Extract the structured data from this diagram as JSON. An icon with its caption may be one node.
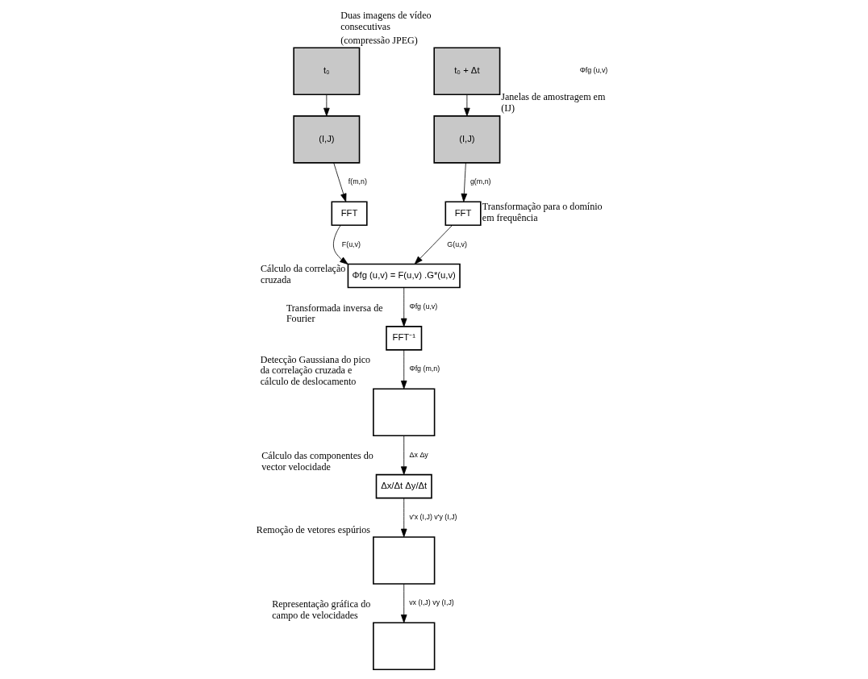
{
  "diagram": {
    "nodes": [
      {
        "text": [
          "t₀"
        ]
      },
      {
        "text": [
          "t₀ + Δt"
        ],
        "beside": [
          "Duas imagens de vídeo consecutivas",
          "(compressão JPEG)"
        ]
      },
      {
        "text": [
          "(I,J)"
        ]
      },
      {
        "text": [
          "(I,J)"
        ],
        "beside": [
          "Janelas de amostragem em (IJ)"
        ]
      },
      {
        "text": [
          "FFT"
        ]
      },
      {
        "text": [
          "FFT"
        ],
        "beside": [
          "Transformação para o domínio em frequência"
        ]
      },
      {
        "text": [
          "Φfg (u,v) = F(u,v) .G*(u,v)"
        ],
        "beside": [
          "Cálculo da correlação cruzada"
        ]
      },
      {
        "text": [
          "FFT⁻¹"
        ],
        "beside": [
          "Transformada inversa de Fourier"
        ]
      },
      {
        "text": [],
        "shape": "box",
        "beside": [
          "Detecção Gaussiana do pico da correlação cruzada e cálculo de deslocamento"
        ]
      },
      {
        "text": [
          "Δx/Δt Δy/Δt"
        ],
        "beside": [
          "Cálculo das componentes do vector velocidade"
        ]
      },
      {
        "text": [],
        "shape": "box",
        "beside": [
          "Remoção de vetores espúrios"
        ]
      },
      {
        "text": [],
        "shape": "box",
        "beside": [
          "Representação gráfica do campo de velocidades"
        ]
      }
    ],
    "edges": [
      {
        "from": 0,
        "to": 2,
        "arrow": "to"
      },
      {
        "from": 1,
        "to": 3,
        "arrow": "to"
      },
      {
        "from": 2,
        "to": 4,
        "arrow": "to",
        "label": "f(m,n)"
      },
      {
        "from": 3,
        "to": 5,
        "arrow": "to",
        "label": "g(m,n)"
      },
      {
        "from": 4,
        "to": 6,
        "arrow": "to",
        "label": "F(u,v)"
      },
      {
        "from": 5,
        "to": 6,
        "arrow": "to",
        "label": "G(u,v)"
      },
      {
        "from": 6,
        "to": 7,
        "arrow": "to",
        "label": "Φfg (u,v)"
      },
      {
        "from": 7,
        "to": 8,
        "arrow": "to",
        "label": "Φfg (m,n)"
      },
      {
        "from": 8,
        "to": 9,
        "arrow": "to",
        "label": "Δx Δy"
      },
      {
        "from": 9,
        "to": 10,
        "arrow": "to",
        "label": "v'x (I,J) v'y (I,J)"
      },
      {
        "from": 10,
        "to": 11,
        "arrow": "to",
        "label": "vx (I,J) vy (I,J)"
      }
    ],
    "labels": [
      "Φfg (u,v)"
    ]
  }
}
